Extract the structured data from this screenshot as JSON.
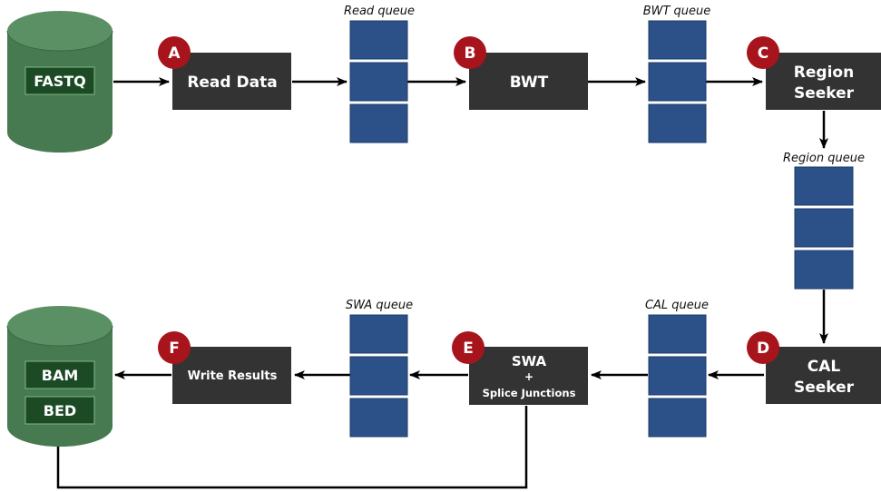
{
  "colors": {
    "process_fill": "#333333",
    "queue_fill": "#2c5189",
    "queue_stroke": "#1d3a66",
    "badge_fill": "#a8141b",
    "db_body": "#477a50",
    "db_top": "#5b9064",
    "db_label_fill": "#1b4a24",
    "arrow": "#000000"
  },
  "sources": {
    "input_db": {
      "labels": [
        "FASTQ"
      ]
    },
    "output_db": {
      "labels": [
        "BAM",
        "BED"
      ]
    }
  },
  "processes": {
    "read_data": {
      "badge": "A",
      "lines": [
        "Read Data"
      ]
    },
    "bwt": {
      "badge": "B",
      "lines": [
        "BWT"
      ]
    },
    "region_seeker": {
      "badge": "C",
      "lines": [
        "Region",
        "Seeker"
      ]
    },
    "cal_seeker": {
      "badge": "D",
      "lines": [
        "CAL",
        "Seeker"
      ]
    },
    "swa": {
      "badge": "E",
      "lines": [
        "SWA",
        "+",
        "Splice Junctions"
      ]
    },
    "write_results": {
      "badge": "F",
      "lines": [
        "Write Results"
      ]
    }
  },
  "queues": {
    "read_queue": {
      "label": "Read queue"
    },
    "bwt_queue": {
      "label": "BWT queue"
    },
    "region_queue": {
      "label": "Region queue"
    },
    "cal_queue": {
      "label": "CAL queue"
    },
    "swa_queue": {
      "label": "SWA queue"
    }
  }
}
